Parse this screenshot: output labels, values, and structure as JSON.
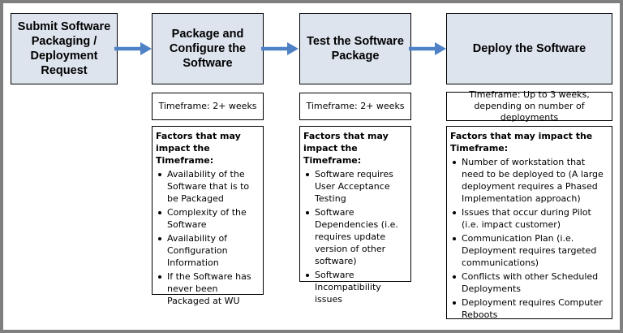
{
  "steps": [
    {
      "title": "Submit Software Packaging / Deployment Request"
    },
    {
      "title": "Package and Configure the Software"
    },
    {
      "title": "Test the Software Package"
    },
    {
      "title": "Deploy the Software"
    }
  ],
  "timeframes": [
    "Timeframe: 2+ weeks",
    "Timeframe: 2+ weeks",
    "Timeframe:  Up to 3 weeks, depending on number of deployments"
  ],
  "factors": [
    {
      "heading": "Factors that may impact the Timeframe:",
      "items": [
        "Availability of the Software that is to be Packaged",
        "Complexity of the Software",
        "Availability of Configuration Information",
        "If the Software has never been Packaged at WU"
      ]
    },
    {
      "heading": "Factors that may impact the Timeframe:",
      "items": [
        "Software requires User Acceptance Testing",
        "Software Dependencies (i.e. requires update version of other software)",
        "Software Incompatibility issues"
      ]
    },
    {
      "heading": "Factors that may impact the Timeframe:",
      "items": [
        "Number of workstation that need to be deployed to (A large deployment requires a Phased Implementation approach)",
        "Issues that occur during Pilot (i.e. impact customer)",
        "Communication Plan (i.e. Deployment requires targeted communications)",
        "Conflicts with other Scheduled Deployments",
        "Deployment requires Computer Reboots"
      ]
    }
  ],
  "colors": {
    "step_fill": "#dde4ee",
    "arrow": "#4f81c7",
    "frame": "#7f7f7f"
  }
}
